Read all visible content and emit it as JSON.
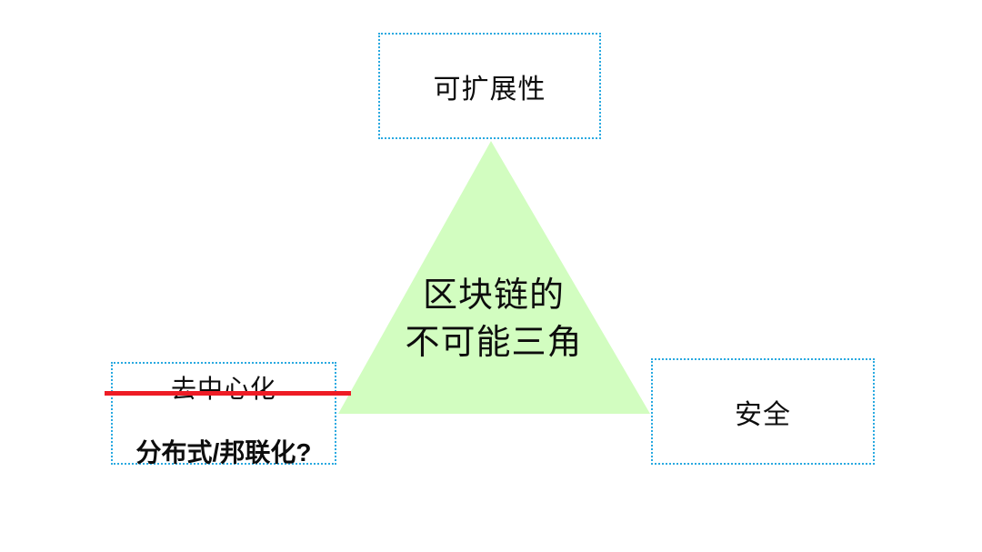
{
  "diagram": {
    "title_text": "区块链的不可能三角",
    "background_color": "#ffffff",
    "center": {
      "line1": "区块链的",
      "line2": "不可能三角",
      "shape": "triangle",
      "fill_color": "#d2fdc0"
    },
    "nodes": {
      "top": {
        "label": "可扩展性",
        "border_color": "#29a9e0",
        "border_style": "dotted"
      },
      "right": {
        "label": "安全",
        "border_color": "#29a9e0",
        "border_style": "dotted"
      },
      "left": {
        "primary_label": "去中心化",
        "primary_struck_through": true,
        "alternate_label": "分布式/邦联化?",
        "border_color": "#29a9e0",
        "border_style": "dotted",
        "strike_color": "#ee1c25"
      }
    }
  }
}
